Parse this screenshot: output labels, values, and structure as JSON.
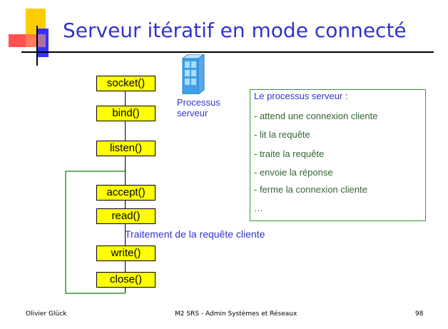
{
  "slide": {
    "title": "Serveur itératif en mode connecté"
  },
  "flow": {
    "steps": [
      {
        "label": "socket()"
      },
      {
        "label": "bind()"
      },
      {
        "label": "listen()"
      },
      {
        "label": "accept()"
      },
      {
        "label": "read()"
      },
      {
        "label": "write()"
      },
      {
        "label": "close()"
      }
    ],
    "treatment_text": "Traitement de la requête cliente"
  },
  "server": {
    "label_line1": "Processus",
    "label_line2": "serveur",
    "icon": "server-tower-icon"
  },
  "info": {
    "title": "Le processus serveur :",
    "items": [
      "- attend une connexion cliente",
      "- lit la requête",
      "- traite la requête",
      "- envoie la réponse",
      "- ferme la connexion cliente",
      "…"
    ]
  },
  "footer": {
    "author": "Olivier Glück",
    "course": "M2 SRS - Admin Systèmes et Réseaux",
    "page": "98"
  },
  "colors": {
    "title": "#3333cc",
    "box_fill": "#ffff00",
    "green": "#339933",
    "blue_text": "#3333cc",
    "logo_yellow": "#ffcc00",
    "logo_blue": "#3333ff",
    "logo_red": "#ff3333"
  }
}
